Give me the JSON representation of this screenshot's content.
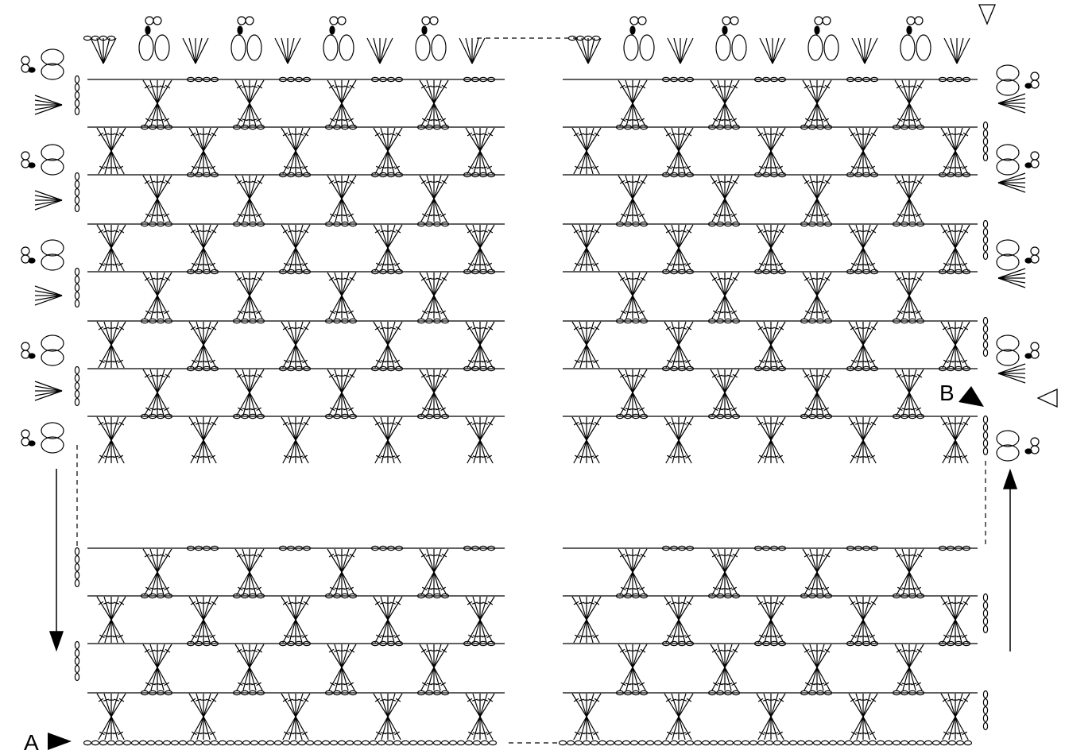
{
  "diagram": {
    "type": "crochet-chart",
    "markers": [
      {
        "label": "A",
        "symbol": "filled-triangle-right"
      },
      {
        "label": "B",
        "symbol": "filled-triangle-down-right"
      }
    ],
    "open_markers": [
      "open-triangle-down",
      "open-triangle-left"
    ],
    "arrows": [
      "down-arrow-left-side",
      "up-arrow-right-side"
    ],
    "ink_color": "#000000",
    "background_color": "#ffffff"
  }
}
